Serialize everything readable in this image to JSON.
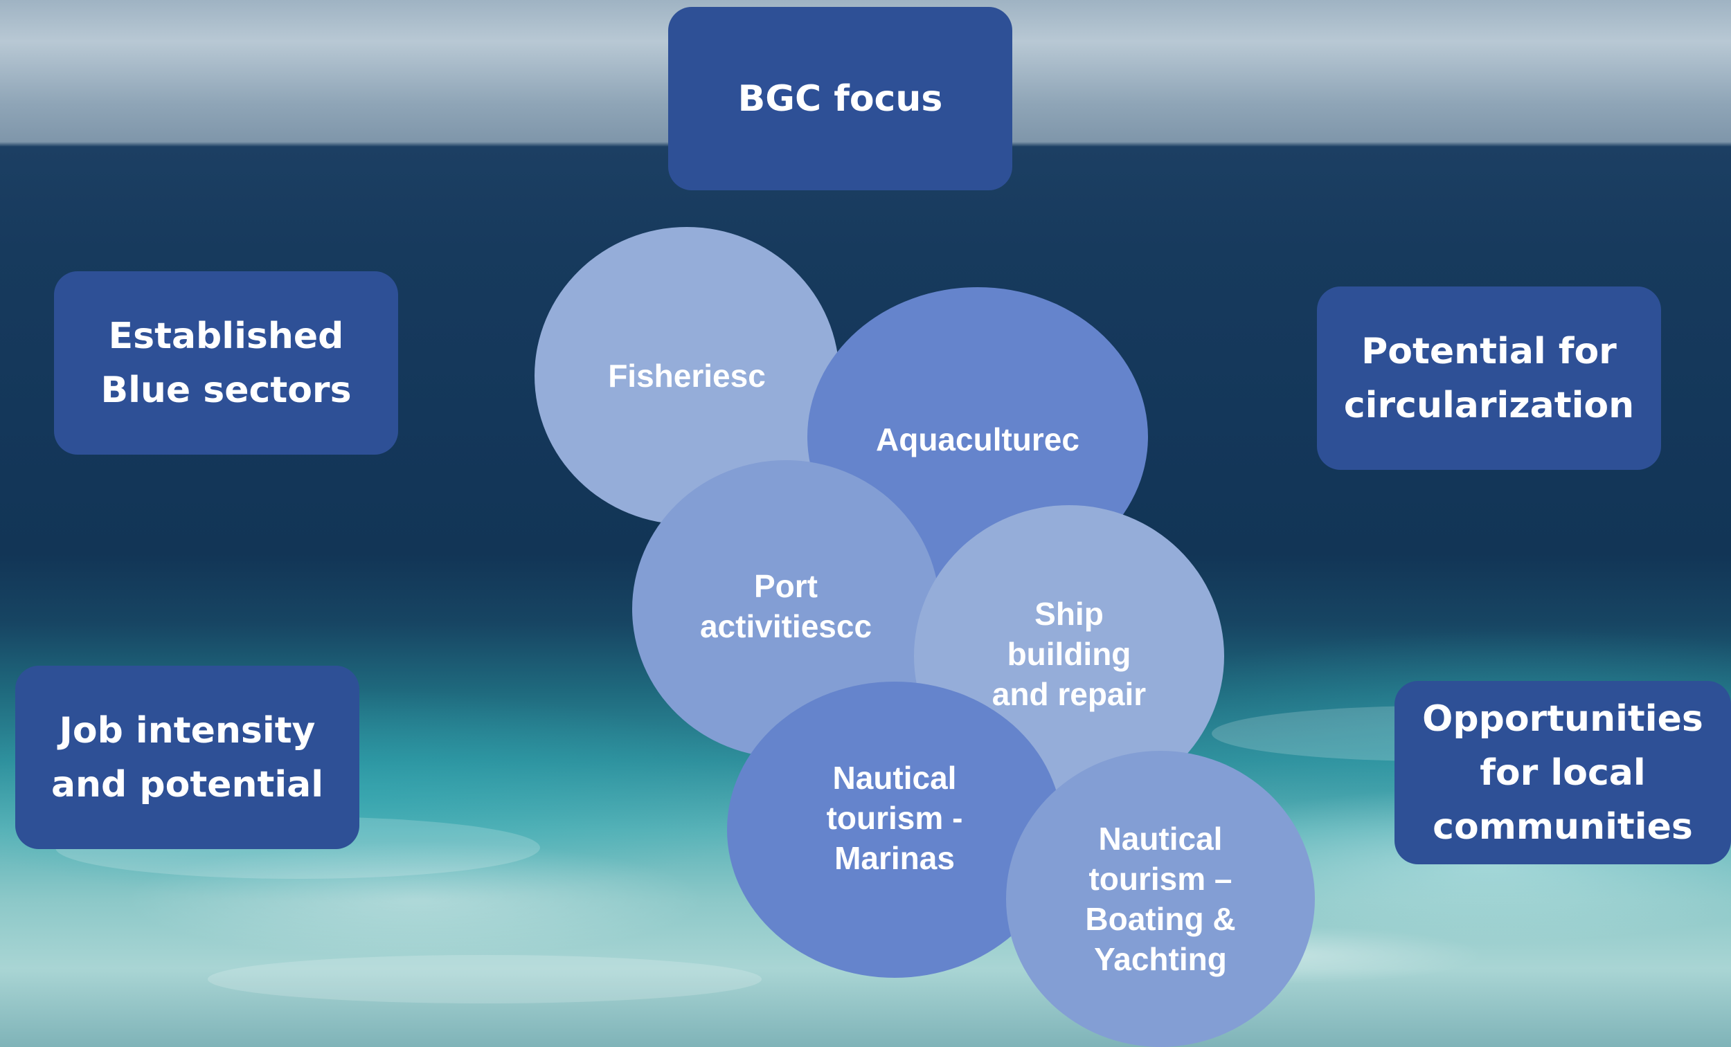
{
  "title_box": {
    "label": "BGC focus"
  },
  "criteria": [
    {
      "label": "Established\nBlue sectors"
    },
    {
      "label": "Potential for\ncircularization"
    },
    {
      "label": "Job intensity\nand potential"
    },
    {
      "label": "Opportunities\nfor local\ncommunities"
    }
  ],
  "sectors": [
    {
      "label": "Fisheriesc",
      "color": "#95add9"
    },
    {
      "label": "Aquaculturec",
      "color": "#6584cc"
    },
    {
      "label": "Port\nactivitiescc",
      "color": "#839ed4"
    },
    {
      "label": "Ship\nbuilding\nand repair",
      "color": "#95add9"
    },
    {
      "label": "Nautical\ntourism   -\nMarinas",
      "color": "#6584cc"
    },
    {
      "label": "Nautical\ntourism –\nBoating &\nYachting",
      "color": "#839ed4"
    }
  ],
  "colors": {
    "box": "#2e5096",
    "text": "#ffffff"
  }
}
